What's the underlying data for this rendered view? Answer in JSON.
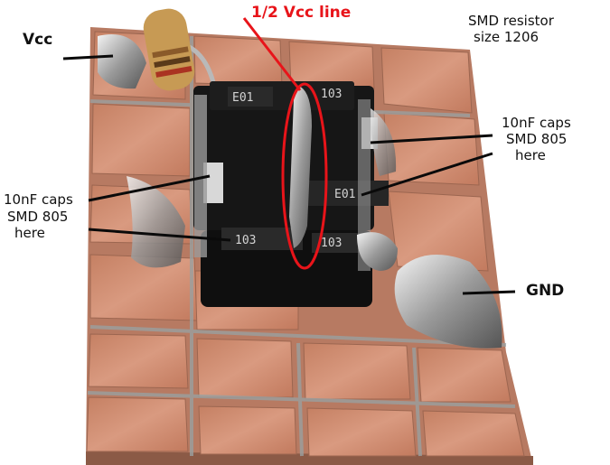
{
  "annotations": {
    "vcc": "Vcc",
    "half_vcc": "1/2 Vcc line",
    "smd_resistor_line1": "SMD resistor",
    "smd_resistor_line2": "size 1206",
    "caps_right_line1": "10nF caps",
    "caps_right_line2": "SMD 805",
    "caps_right_line3": "here",
    "caps_left_line1": "10nF caps",
    "caps_left_line2": "SMD 805",
    "caps_left_line3": "here",
    "gnd": "GND"
  },
  "resistor_markings": [
    "E01",
    "E01",
    "103",
    "103",
    "103"
  ],
  "colors": {
    "copper": "#c9836a",
    "annotation_red": "#e8141a",
    "component_black": "#161616"
  }
}
